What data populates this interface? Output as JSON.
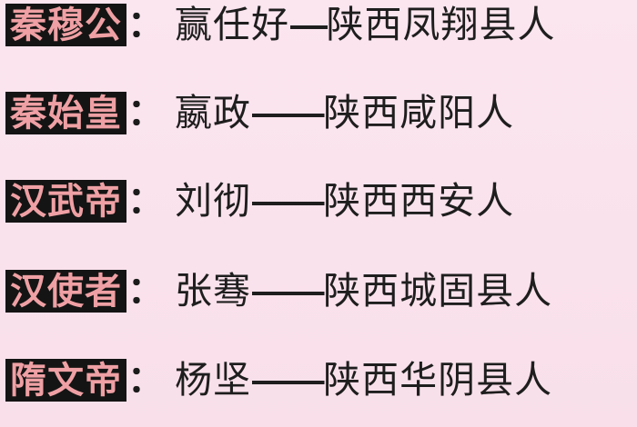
{
  "document": {
    "description_rows": [
      {
        "title": "秦穆公",
        "colon": "：",
        "name": "赢任好",
        "dash": "—",
        "place": "陕西凤翔县人"
      },
      {
        "title": "秦始皇",
        "colon": "：",
        "name": "嬴政",
        "dash": "——",
        "place": "陕西咸阳人"
      },
      {
        "title": "汉武帝",
        "colon": "：",
        "name": "刘彻",
        "dash": "——",
        "place": "陕西西安人"
      },
      {
        "title": "汉使者",
        "colon": "：",
        "name": "张骞",
        "dash": "——",
        "place": "陕西城固县人"
      },
      {
        "title": "隋文帝",
        "colon": "：",
        "name": "杨坚",
        "dash": "——",
        "place": "陕西华阴县人"
      }
    ]
  },
  "colors": {
    "page_background": "#fae3ed",
    "badge_background": "#141414",
    "badge_text": "#efa0a4",
    "body_text": "#1e1e1e"
  }
}
